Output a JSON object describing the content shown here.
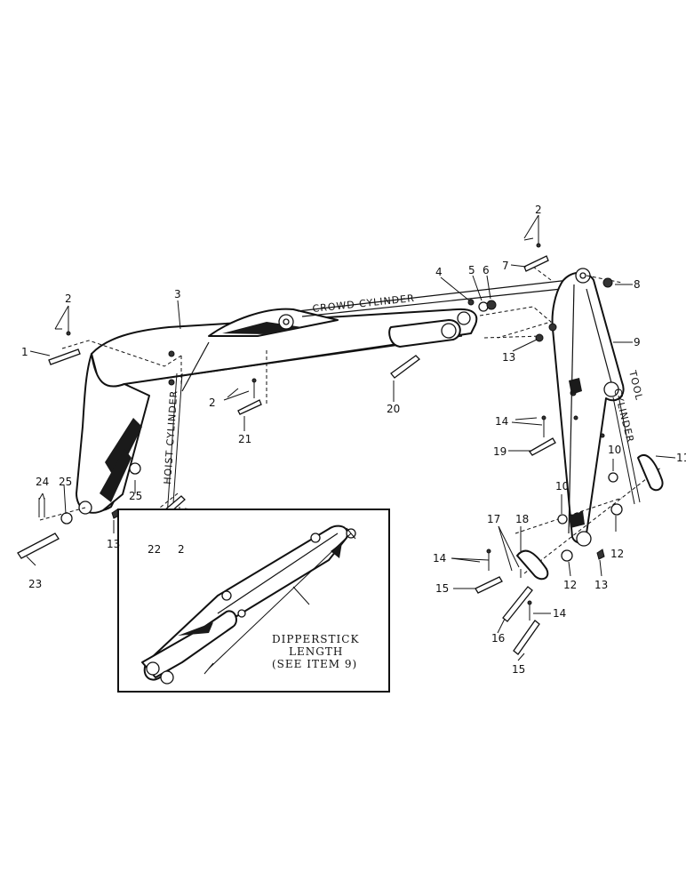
{
  "labels": {
    "crowd_cylinder": "CROWD CYLINDER",
    "hoist_cylinder": "HOIST CYLINDER",
    "tool_cylinder_line1": "TOOL",
    "tool_cylinder_line2": "CYLINDER",
    "inset_line1": "DIPPERSTICK",
    "inset_line2": "LENGTH",
    "inset_line3": "(SEE ITEM 9)"
  },
  "callouts": {
    "c1": "1",
    "c2a": "2",
    "c2b": "2",
    "c2c": "2",
    "c2d": "2",
    "c3": "3",
    "c4": "4",
    "c5": "5",
    "c6": "6",
    "c7": "7",
    "c8": "8",
    "c9": "9",
    "c10a": "10",
    "c10b": "10",
    "c11": "11",
    "c12a": "12",
    "c12b": "12",
    "c13a": "13",
    "c13b": "13",
    "c13c": "13",
    "c14a": "14",
    "c14b": "14",
    "c14c": "14",
    "c15a": "15",
    "c15b": "15",
    "c16": "16",
    "c17": "17",
    "c18": "18",
    "c19": "19",
    "c20": "20",
    "c21": "21",
    "c22": "22",
    "c23": "23",
    "c24": "24",
    "c25a": "25",
    "c25b": "25"
  }
}
